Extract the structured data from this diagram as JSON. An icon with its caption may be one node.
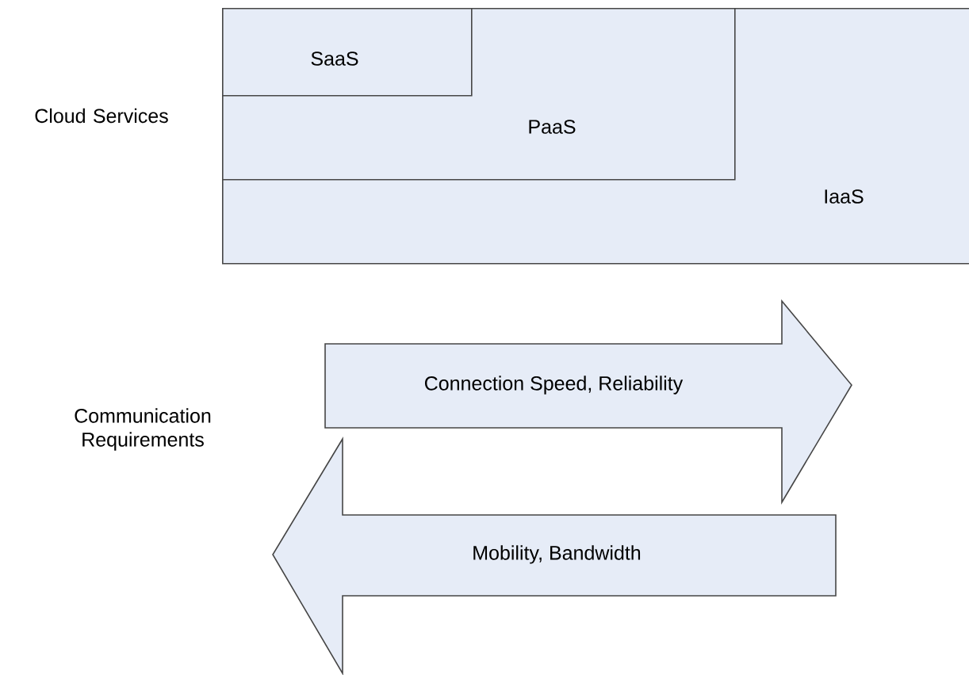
{
  "diagram": {
    "nodes": [
      {
        "text": [
          "IaaS"
        ]
      },
      {
        "text": [
          "PaaS"
        ],
        "in": 0
      },
      {
        "text": [
          "SaaS"
        ],
        "in": 1
      },
      {
        "text": [
          "Connection Speed, Reliability"
        ]
      },
      {
        "text": [
          "Mobility, Bandwidth"
        ]
      }
    ],
    "labels": [
      "Cloud Services",
      "Communication Requirements"
    ]
  }
}
